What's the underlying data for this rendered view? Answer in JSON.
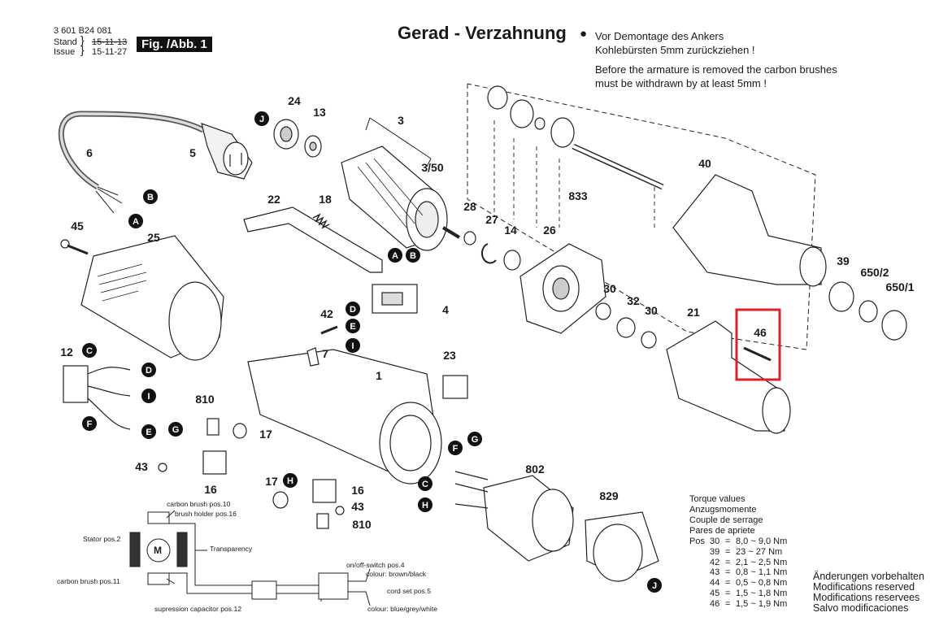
{
  "doc": {
    "number": "3 601 B24 081",
    "stand_label": "Stand",
    "issue_label": "Issue",
    "old_date": "15-11-13",
    "new_date": "15-11-27",
    "figure": "Fig. /Abb. 1",
    "title": "Gerad - Verzahnung"
  },
  "notes": [
    "Vor Demontage des Ankers",
    "Kohlebürsten 5mm zurückziehen !",
    "Before the armature is removed the carbon brushes",
    "must be withdrawn by at least 5mm !"
  ],
  "parts": [
    {
      "id": "p24",
      "label": "24"
    },
    {
      "id": "p13",
      "label": "13"
    },
    {
      "id": "p3",
      "label": "3"
    },
    {
      "id": "p3_50",
      "label": "3/50"
    },
    {
      "id": "p6",
      "label": "6"
    },
    {
      "id": "p5",
      "label": "5"
    },
    {
      "id": "p22",
      "label": "22"
    },
    {
      "id": "p18",
      "label": "18"
    },
    {
      "id": "p28",
      "label": "28"
    },
    {
      "id": "p27",
      "label": "27"
    },
    {
      "id": "p14",
      "label": "14"
    },
    {
      "id": "p26",
      "label": "26"
    },
    {
      "id": "p833",
      "label": "833"
    },
    {
      "id": "p40",
      "label": "40"
    },
    {
      "id": "p45",
      "label": "45"
    },
    {
      "id": "p25",
      "label": "25"
    },
    {
      "id": "p4",
      "label": "4"
    },
    {
      "id": "p42",
      "label": "42"
    },
    {
      "id": "p7",
      "label": "7"
    },
    {
      "id": "p1",
      "label": "1"
    },
    {
      "id": "p23",
      "label": "23"
    },
    {
      "id": "p30a",
      "label": "30"
    },
    {
      "id": "p32",
      "label": "32"
    },
    {
      "id": "p30b",
      "label": "30"
    },
    {
      "id": "p21",
      "label": "21"
    },
    {
      "id": "p46",
      "label": "46"
    },
    {
      "id": "p39",
      "label": "39"
    },
    {
      "id": "p650_2",
      "label": "650/2"
    },
    {
      "id": "p650_1",
      "label": "650/1"
    },
    {
      "id": "p12",
      "label": "12"
    },
    {
      "id": "p810a",
      "label": "810"
    },
    {
      "id": "p17a",
      "label": "17"
    },
    {
      "id": "p43a",
      "label": "43"
    },
    {
      "id": "p16a",
      "label": "16"
    },
    {
      "id": "p17b",
      "label": "17"
    },
    {
      "id": "p16b",
      "label": "16"
    },
    {
      "id": "p43b",
      "label": "43"
    },
    {
      "id": "p810b",
      "label": "810"
    },
    {
      "id": "p802",
      "label": "802"
    },
    {
      "id": "p829",
      "label": "829"
    }
  ],
  "connectors": [
    {
      "id": "J1",
      "label": "J"
    },
    {
      "id": "B1",
      "label": "B"
    },
    {
      "id": "A1",
      "label": "A"
    },
    {
      "id": "A2",
      "label": "A"
    },
    {
      "id": "B2",
      "label": "B"
    },
    {
      "id": "D1",
      "label": "D"
    },
    {
      "id": "E1",
      "label": "E"
    },
    {
      "id": "I1",
      "label": "I"
    },
    {
      "id": "C1",
      "label": "C"
    },
    {
      "id": "D2",
      "label": "D"
    },
    {
      "id": "I2",
      "label": "I"
    },
    {
      "id": "F1",
      "label": "F"
    },
    {
      "id": "E2",
      "label": "E"
    },
    {
      "id": "G1",
      "label": "G"
    },
    {
      "id": "H1",
      "label": "H"
    },
    {
      "id": "F2",
      "label": "F"
    },
    {
      "id": "G2",
      "label": "G"
    },
    {
      "id": "C2",
      "label": "C"
    },
    {
      "id": "H2",
      "label": "H"
    },
    {
      "id": "J2",
      "label": "J"
    }
  ],
  "wiring": {
    "carbon_brush_top": "carbon brush pos.10",
    "brush_holder": "brush holder pos.16",
    "stator": "Stator pos.2",
    "transparency": "Transparency",
    "carbon_brush_bottom": "carbon brush pos.11",
    "suppression": "supression capacitor pos.12",
    "switch": "on/off-switch pos.4",
    "colour1": "colour: brown/black",
    "cord": "cord set pos.5",
    "colour2": "colour: blue/grey/white",
    "motor": "M"
  },
  "torque": {
    "header": [
      "Torque values",
      "Anzugsmomente",
      "Couple de serrage",
      "Pares de apriete"
    ],
    "pos_label": "Pos",
    "rows": [
      {
        "pos": "30",
        "val": "8,0 ~ 9,0 Nm"
      },
      {
        "pos": "39",
        "val": "23 ~ 27 Nm"
      },
      {
        "pos": "42",
        "val": "2,1 ~ 2,5 Nm"
      },
      {
        "pos": "43",
        "val": "0,8 ~ 1,1 Nm"
      },
      {
        "pos": "44",
        "val": "0,5 ~ 0,8 Nm"
      },
      {
        "pos": "45",
        "val": "1,5 ~ 1,8 Nm"
      },
      {
        "pos": "46",
        "val": "1,5 ~ 1,9 Nm"
      }
    ]
  },
  "modifications": [
    "Änderungen vorbehalten",
    "Modifications reserved",
    "Modifications reservees",
    "Salvo modificaciones"
  ],
  "colors": {
    "highlight": "#d9232a",
    "ink": "#1a1a1a"
  }
}
